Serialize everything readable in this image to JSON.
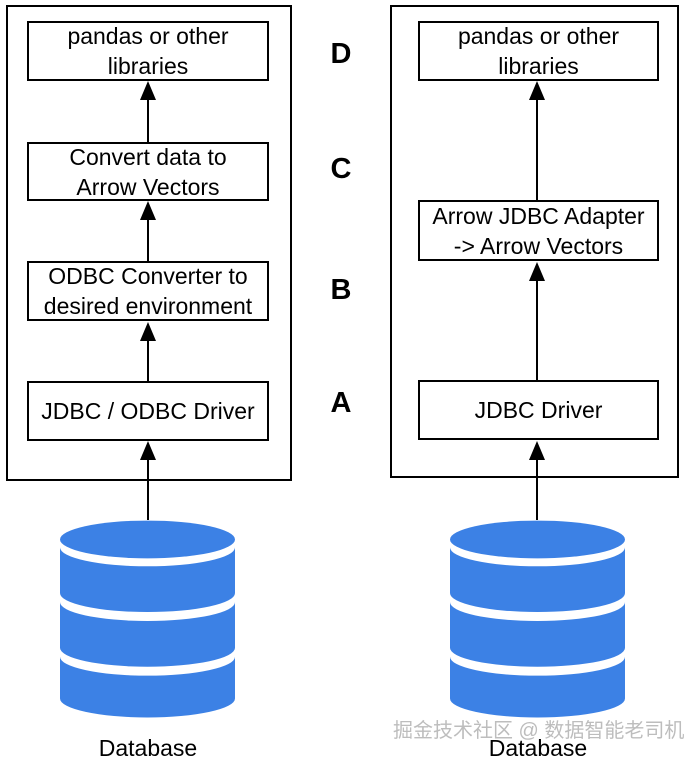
{
  "stage_labels": [
    {
      "label": "D"
    },
    {
      "label": "C"
    },
    {
      "label": "B"
    },
    {
      "label": "A"
    }
  ],
  "left_pipeline": {
    "boxes": [
      {
        "label": "pandas or other\nlibraries"
      },
      {
        "label": "Convert data to\nArrow Vectors"
      },
      {
        "label": "ODBC Converter to\ndesired environment"
      },
      {
        "label": "JDBC / ODBC Driver"
      }
    ],
    "database_label": "Database"
  },
  "right_pipeline": {
    "boxes": [
      {
        "label": "pandas or other\nlibraries"
      },
      {
        "label": "Arrow JDBC Adapter\n-> Arrow Vectors"
      },
      {
        "label": "JDBC Driver"
      }
    ],
    "database_label": "Database"
  },
  "watermark": "掘金技术社区 @ 数据智能老司机",
  "colors": {
    "database_blue": "#3C81E5",
    "line_black": "#000000",
    "watermark_gray": "#BDBDBD"
  },
  "icons": {
    "database": "database-cylinder-stack",
    "arrow": "upward-arrow"
  }
}
